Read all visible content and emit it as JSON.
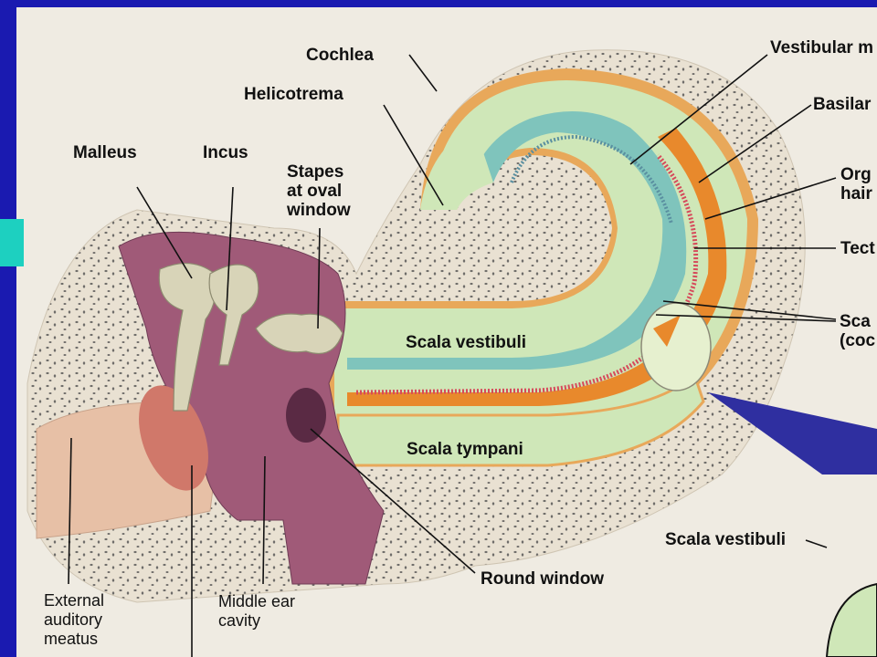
{
  "labels": {
    "cochlea": "Cochlea",
    "vestibular_membrane": "Vestibular m",
    "helicotrema": "Helicotrema",
    "basilar": "Basilar",
    "malleus": "Malleus",
    "incus": "Incus",
    "stapes": "Stapes\nat oval\nwindow",
    "organ_hair": "Org\nhair",
    "tectorial": "Tect",
    "scala_cochlear": "Sca\n(coc",
    "scala_vestibuli": "Scala vestibuli",
    "scala_tympani": "Scala tympani",
    "round_window": "Round window",
    "scala_vestibuli_inset": "Scala vestibuli",
    "external_auditory_meatus": "External\nauditory\nmeatus",
    "middle_ear_cavity": "Middle ear\ncavity"
  },
  "colors": {
    "slide_background": "#1a1ab0",
    "page": "#efebe2",
    "bone": "#e9e1d2",
    "green_fluid": "#cfe7b8",
    "teal_duct": "#7fc4bc",
    "orange_membrane": "#e8892c",
    "red_membrane": "#d64a5b",
    "ear_mauve": "#a05a78",
    "ossicle": "#d8d4b8",
    "tympanic": "#d0786a",
    "inset_arrow": "#2f2fa0"
  }
}
